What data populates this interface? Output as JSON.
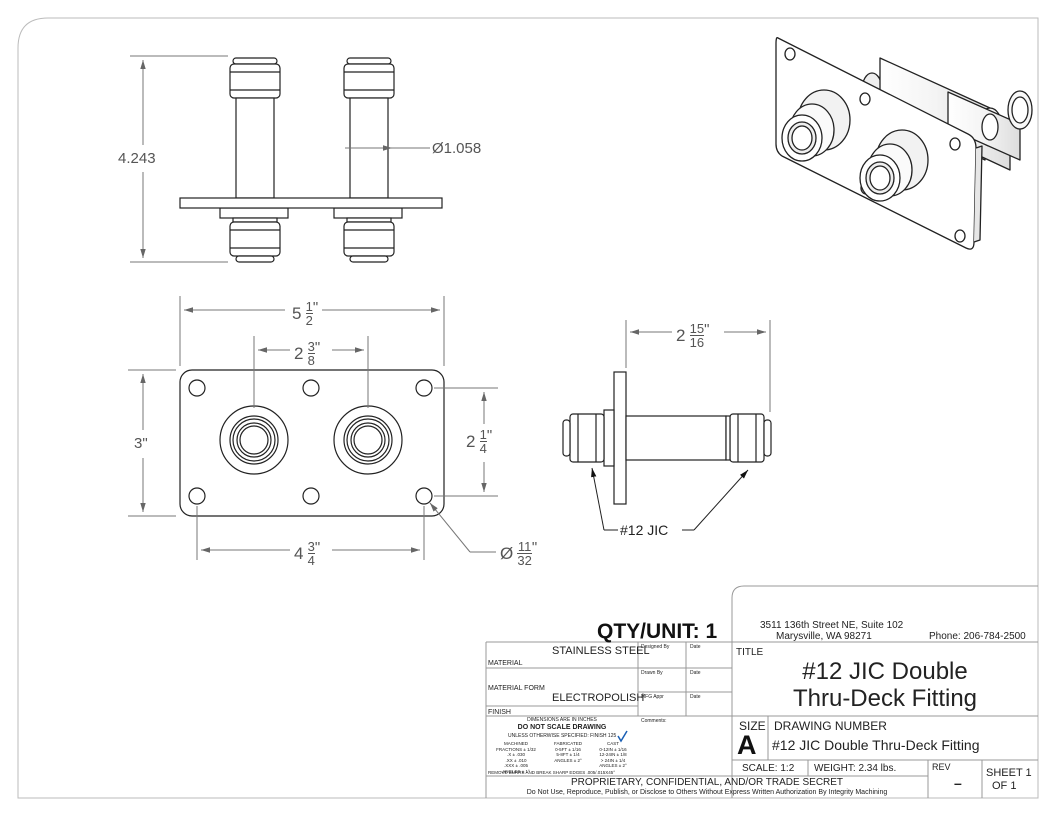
{
  "dimensions": {
    "height_overall": "4.243",
    "fitting_diameter": "1.058",
    "plate_width_whole": "5",
    "plate_width_num": "1",
    "plate_width_den": "2",
    "port_spacing_whole": "2",
    "port_spacing_num": "3",
    "port_spacing_den": "8",
    "plate_height": "3\"",
    "hole_vertical_whole": "2",
    "hole_vertical_num": "1",
    "hole_vertical_den": "4",
    "hole_horizontal_whole": "4",
    "hole_horizontal_num": "3",
    "hole_horizontal_den": "4",
    "hole_dia_num": "11",
    "hole_dia_den": "32",
    "side_length_whole": "2",
    "side_length_num": "15",
    "side_length_den": "16",
    "inch_mark": "\"",
    "dia_symbol": "Ø"
  },
  "callout": "#12 JIC",
  "title_block": {
    "qty": "QTY/UNIT: 1",
    "address_line1": "3511 136th Street NE, Suite 102",
    "address_line2": "Marysville, WA  98271",
    "phone": "Phone: 206-784-2500",
    "material_value": "STAINLESS STEEL",
    "material_label": "MATERIAL",
    "material_form_label": "MATERIAL FORM",
    "finish_value": "ELECTROPOLISH",
    "finish_label": "FINISH",
    "designed_by": "Designed By",
    "drawn_by": "Drawn By",
    "mfg_appr": "MFG Appr",
    "date": "Date",
    "comments": "Comments:",
    "title_label": "TITLE",
    "title_line1": "#12 JIC Double",
    "title_line2": "Thru-Deck Fitting",
    "size_label": "SIZE",
    "size_value": "A",
    "drawing_number_label": "DRAWING NUMBER",
    "drawing_number": "#12 JIC Double Thru-Deck Fitting",
    "scale": "SCALE: 1:2",
    "weight": "WEIGHT: 2.34 lbs.",
    "rev_label": "REV",
    "rev_value": "–",
    "sheet": "SHEET 1",
    "sheet_of": "OF 1",
    "tolerance_line1": "DIMENSIONS ARE IN INCHES",
    "tolerance_line2": "DO NOT SCALE DRAWING",
    "tolerance_line3": "UNLESS OTHERWISE SPECIFIED: FINISH  125",
    "tolerance_col1": [
      "MACHINED",
      "FRACTIONS ± 1/32",
      ".X ± .030",
      ".XX ± .010",
      ".XXX ± .005",
      "ANGLES ± 1°"
    ],
    "tolerance_col2": [
      "FABRICATED",
      "0-5FT ± 1/16",
      "5-8FT ± 1/4",
      "ANGLES ± 2°"
    ],
    "tolerance_col3": [
      "CAST",
      "0-12IN ± 1/16",
      "12-24IN ± 1/8",
      "> 24IN ± 1/4",
      "ANGLES ± 2°"
    ],
    "tolerance_footer": "REMOVE BURRS AND BREAK SHARP EDGES .005/.015X45°",
    "proprietary": "PROPRIETARY, CONFIDENTIAL, AND/OR TRADE SECRET",
    "disclaimer": "Do Not Use, Reproduce, Publish, or Disclose to Others Without Express Written Authorization By Integrity Machining"
  }
}
